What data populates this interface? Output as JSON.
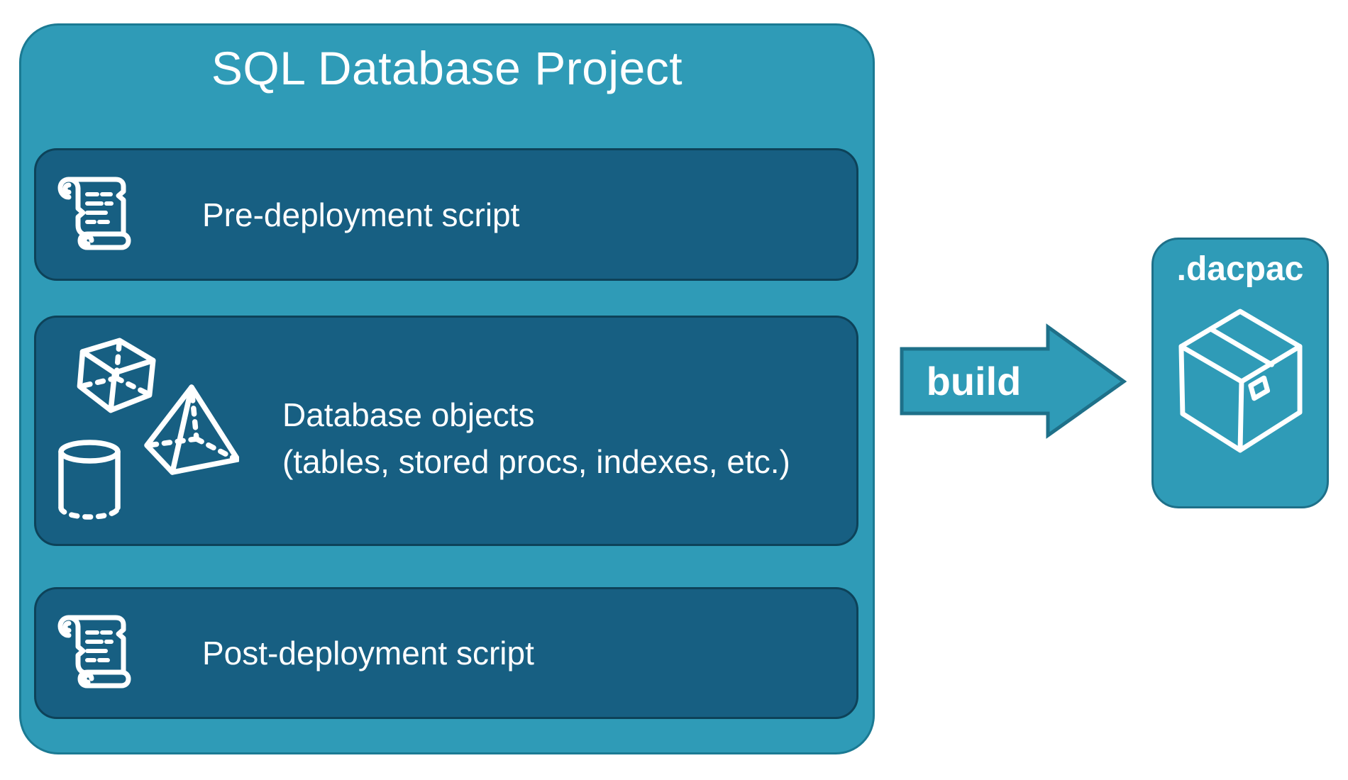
{
  "title": "SQL Database Project",
  "panels": [
    {
      "label": "Pre-deployment script",
      "icon": "scroll-icon"
    },
    {
      "label_line1": "Database objects",
      "label_line2": "(tables, stored procs, indexes, etc.)",
      "icons": [
        "cube-icon",
        "pyramid-icon",
        "cylinder-icon"
      ]
    },
    {
      "label": "Post-deployment script",
      "icon": "scroll-icon"
    }
  ],
  "arrow": {
    "label": "build"
  },
  "output_box": {
    "label": ".dacpac",
    "icon": "package-icon"
  },
  "colors": {
    "teal": "#2F9BB7",
    "tealBorder": "#1B7A93",
    "panel": "#175F82",
    "panelBorder": "#0D4259",
    "shapeBorder": "#1E7089",
    "text": "#FFFFFF"
  }
}
